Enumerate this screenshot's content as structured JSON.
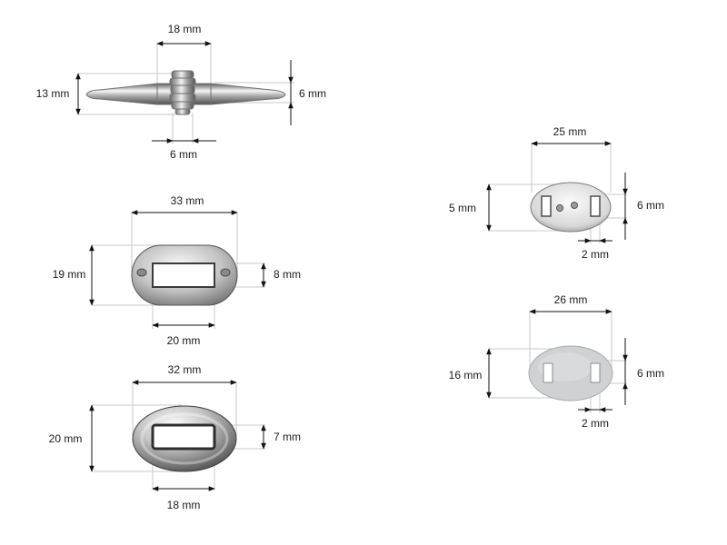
{
  "parts": {
    "spindle": {
      "width_top": "18 mm",
      "height_left": "13 mm",
      "height_right": "6 mm",
      "width_bottom": "6 mm"
    },
    "plate_large": {
      "width_top": "33 mm",
      "height_left": "19 mm",
      "slot_height": "8 mm",
      "slot_width": "20 mm"
    },
    "plate_oval": {
      "width_top": "32 mm",
      "height_left": "20 mm",
      "slot_height": "7 mm",
      "slot_width": "18 mm"
    },
    "back_plate_small": {
      "width_top": "25 mm",
      "height_left": "5 mm",
      "slot_height": "6 mm",
      "slot_width": "2 mm"
    },
    "back_plate_flat": {
      "width_top": "26 mm",
      "height_left": "16 mm",
      "slot_height": "6 mm",
      "slot_width": "2 mm"
    }
  },
  "colors": {
    "metal_light": "#f2f2f2",
    "metal_mid": "#b9b9b9",
    "metal_dark": "#6b6b6b",
    "flat_plate": "#cfd1d2",
    "dimension_line": "#111111",
    "extension_line": "#c9c9c9"
  }
}
